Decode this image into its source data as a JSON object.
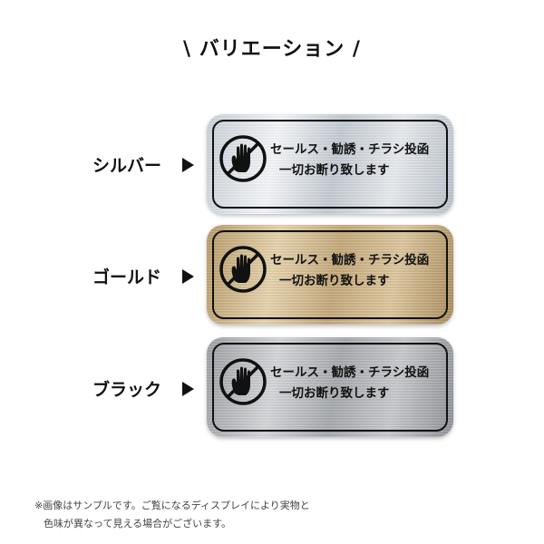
{
  "page_title": "\\ バリエーション /",
  "variants": [
    {
      "label": "シルバー"
    },
    {
      "label": "ゴールド"
    },
    {
      "label": "ブラック"
    }
  ],
  "sign": {
    "line1": "セールス・勧誘・チラシ投函",
    "line2": "一切お断り致します",
    "icon": "no-hand-icon"
  },
  "footnote": {
    "line1": "※画像はサンプルです。ご覧になるディスプレイにより実物と",
    "line2": "色味が異なって見える場合がございます。"
  },
  "colors": {
    "silver": "#dfe3e8",
    "gold": "#d2b88c",
    "black": "#b4b7ba",
    "ink": "#111111"
  }
}
